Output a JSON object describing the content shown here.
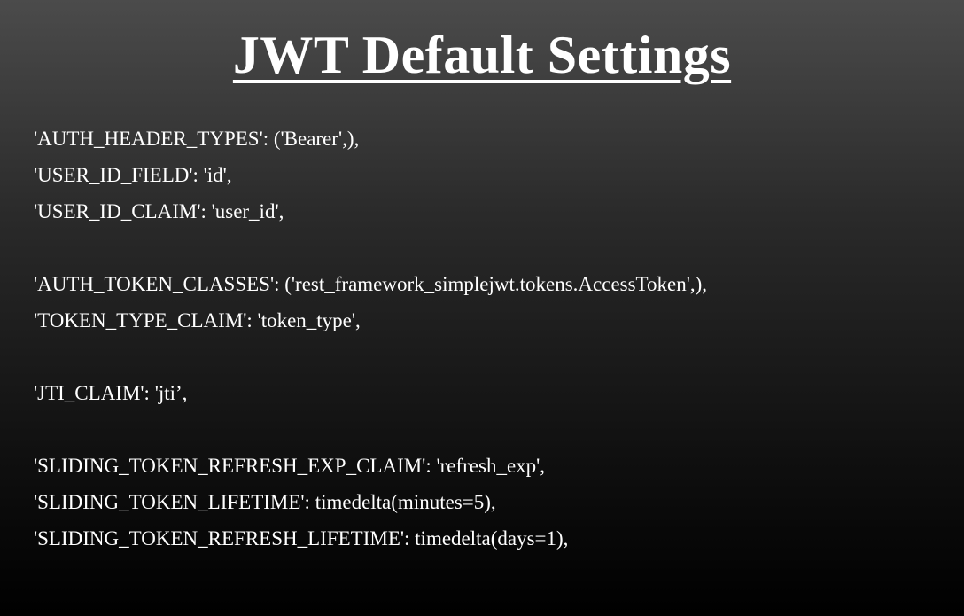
{
  "slide": {
    "title": "JWT Default Settings",
    "groups": [
      {
        "lines": [
          "'AUTH_HEADER_TYPES': ('Bearer',),",
          "'USER_ID_FIELD': 'id',",
          "'USER_ID_CLAIM': 'user_id',"
        ]
      },
      {
        "lines": [
          "'AUTH_TOKEN_CLASSES': ('rest_framework_simplejwt.tokens.AccessToken',),",
          "'TOKEN_TYPE_CLAIM': 'token_type',"
        ]
      },
      {
        "lines": [
          "'JTI_CLAIM': 'jti’,"
        ]
      },
      {
        "lines": [
          "'SLIDING_TOKEN_REFRESH_EXP_CLAIM': 'refresh_exp',",
          "'SLIDING_TOKEN_LIFETIME': timedelta(minutes=5),",
          "'SLIDING_TOKEN_REFRESH_LIFETIME': timedelta(days=1),"
        ]
      }
    ]
  }
}
